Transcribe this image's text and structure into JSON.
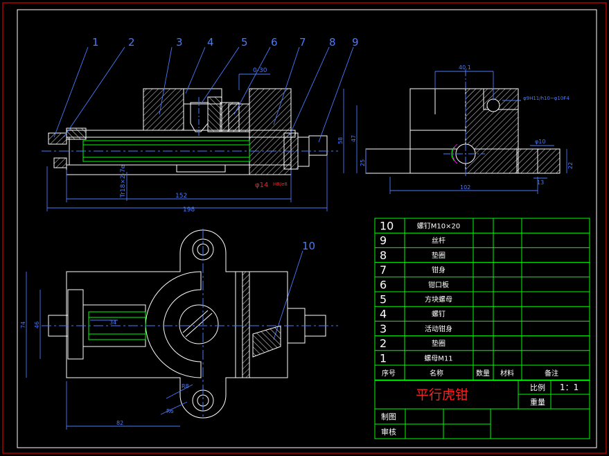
{
  "colors": {
    "background": "#000000",
    "frame": "#ff0000",
    "part": "#ffffff",
    "dimension": "#4a7bff",
    "table": "#00ff00",
    "table_text": "#ffffff",
    "centerline": "#4a7bff",
    "hatch": "#ffffff",
    "highlight": "#00ff00",
    "magenta": "#ff00ff",
    "tolerance": "#ff2020"
  },
  "balloons": [
    "1",
    "2",
    "3",
    "4",
    "5",
    "6",
    "7",
    "8",
    "9",
    "10"
  ],
  "front_view": {
    "dims": {
      "gap": "0-30",
      "overall": "198",
      "mid": "152",
      "thread": "Tr18×2-7e",
      "bore": "φ14",
      "bore_tol": "H8/e8"
    }
  },
  "side_view": {
    "dims": {
      "top": "40.1",
      "total": "58",
      "inner": "47",
      "low": "25",
      "bottom": "102",
      "hole": "φ10",
      "small": "13",
      "right": "22",
      "note": "φ9H11/h10~φ10F4"
    }
  },
  "plan_view": {
    "dims": {
      "height_outer": "74",
      "height_inner": "46",
      "width": "82",
      "mid": "34",
      "r1": "R8",
      "r2": "R6"
    }
  },
  "parts_list": {
    "header": {
      "no": "序号",
      "name": "名称",
      "qty": "数量",
      "material": "材料",
      "remark": "备注"
    },
    "rows": [
      {
        "no": "10",
        "name": "螺钉M10×20"
      },
      {
        "no": "9",
        "name": "丝杆"
      },
      {
        "no": "8",
        "name": "垫圈"
      },
      {
        "no": "7",
        "name": "钳身"
      },
      {
        "no": "6",
        "name": "钳口板"
      },
      {
        "no": "5",
        "name": "方块螺母"
      },
      {
        "no": "4",
        "name": "螺钉"
      },
      {
        "no": "3",
        "name": "活动钳身"
      },
      {
        "no": "2",
        "name": "垫圈"
      },
      {
        "no": "1",
        "name": "螺母M11"
      }
    ]
  },
  "title_block": {
    "title": "平行虎钳",
    "scale_label": "比例",
    "scale_value": "1：1",
    "weight_label": "重量",
    "drawn_label": "制图",
    "checked_label": "审核"
  }
}
